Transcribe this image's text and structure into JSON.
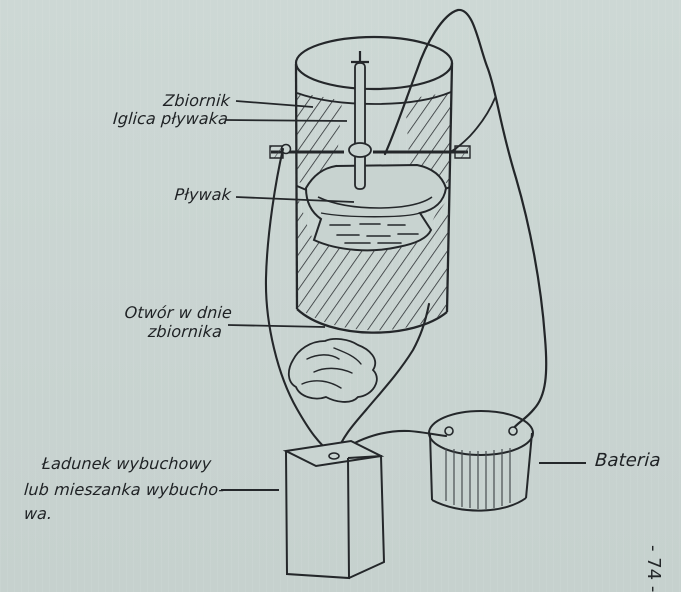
{
  "labels": {
    "tank": "Zbiornik",
    "float_needle": "Iglica pływaka",
    "float": "Pływak",
    "bottom_hole_line1": "Otwór w dnie",
    "bottom_hole_line2": "zbiornika",
    "charge_line1": "Ładunek wybuchowy",
    "charge_line2": "lub mieszanka wybucho-",
    "charge_line3": "wa.",
    "battery": "Bateria"
  },
  "page_number": "- 74 -"
}
